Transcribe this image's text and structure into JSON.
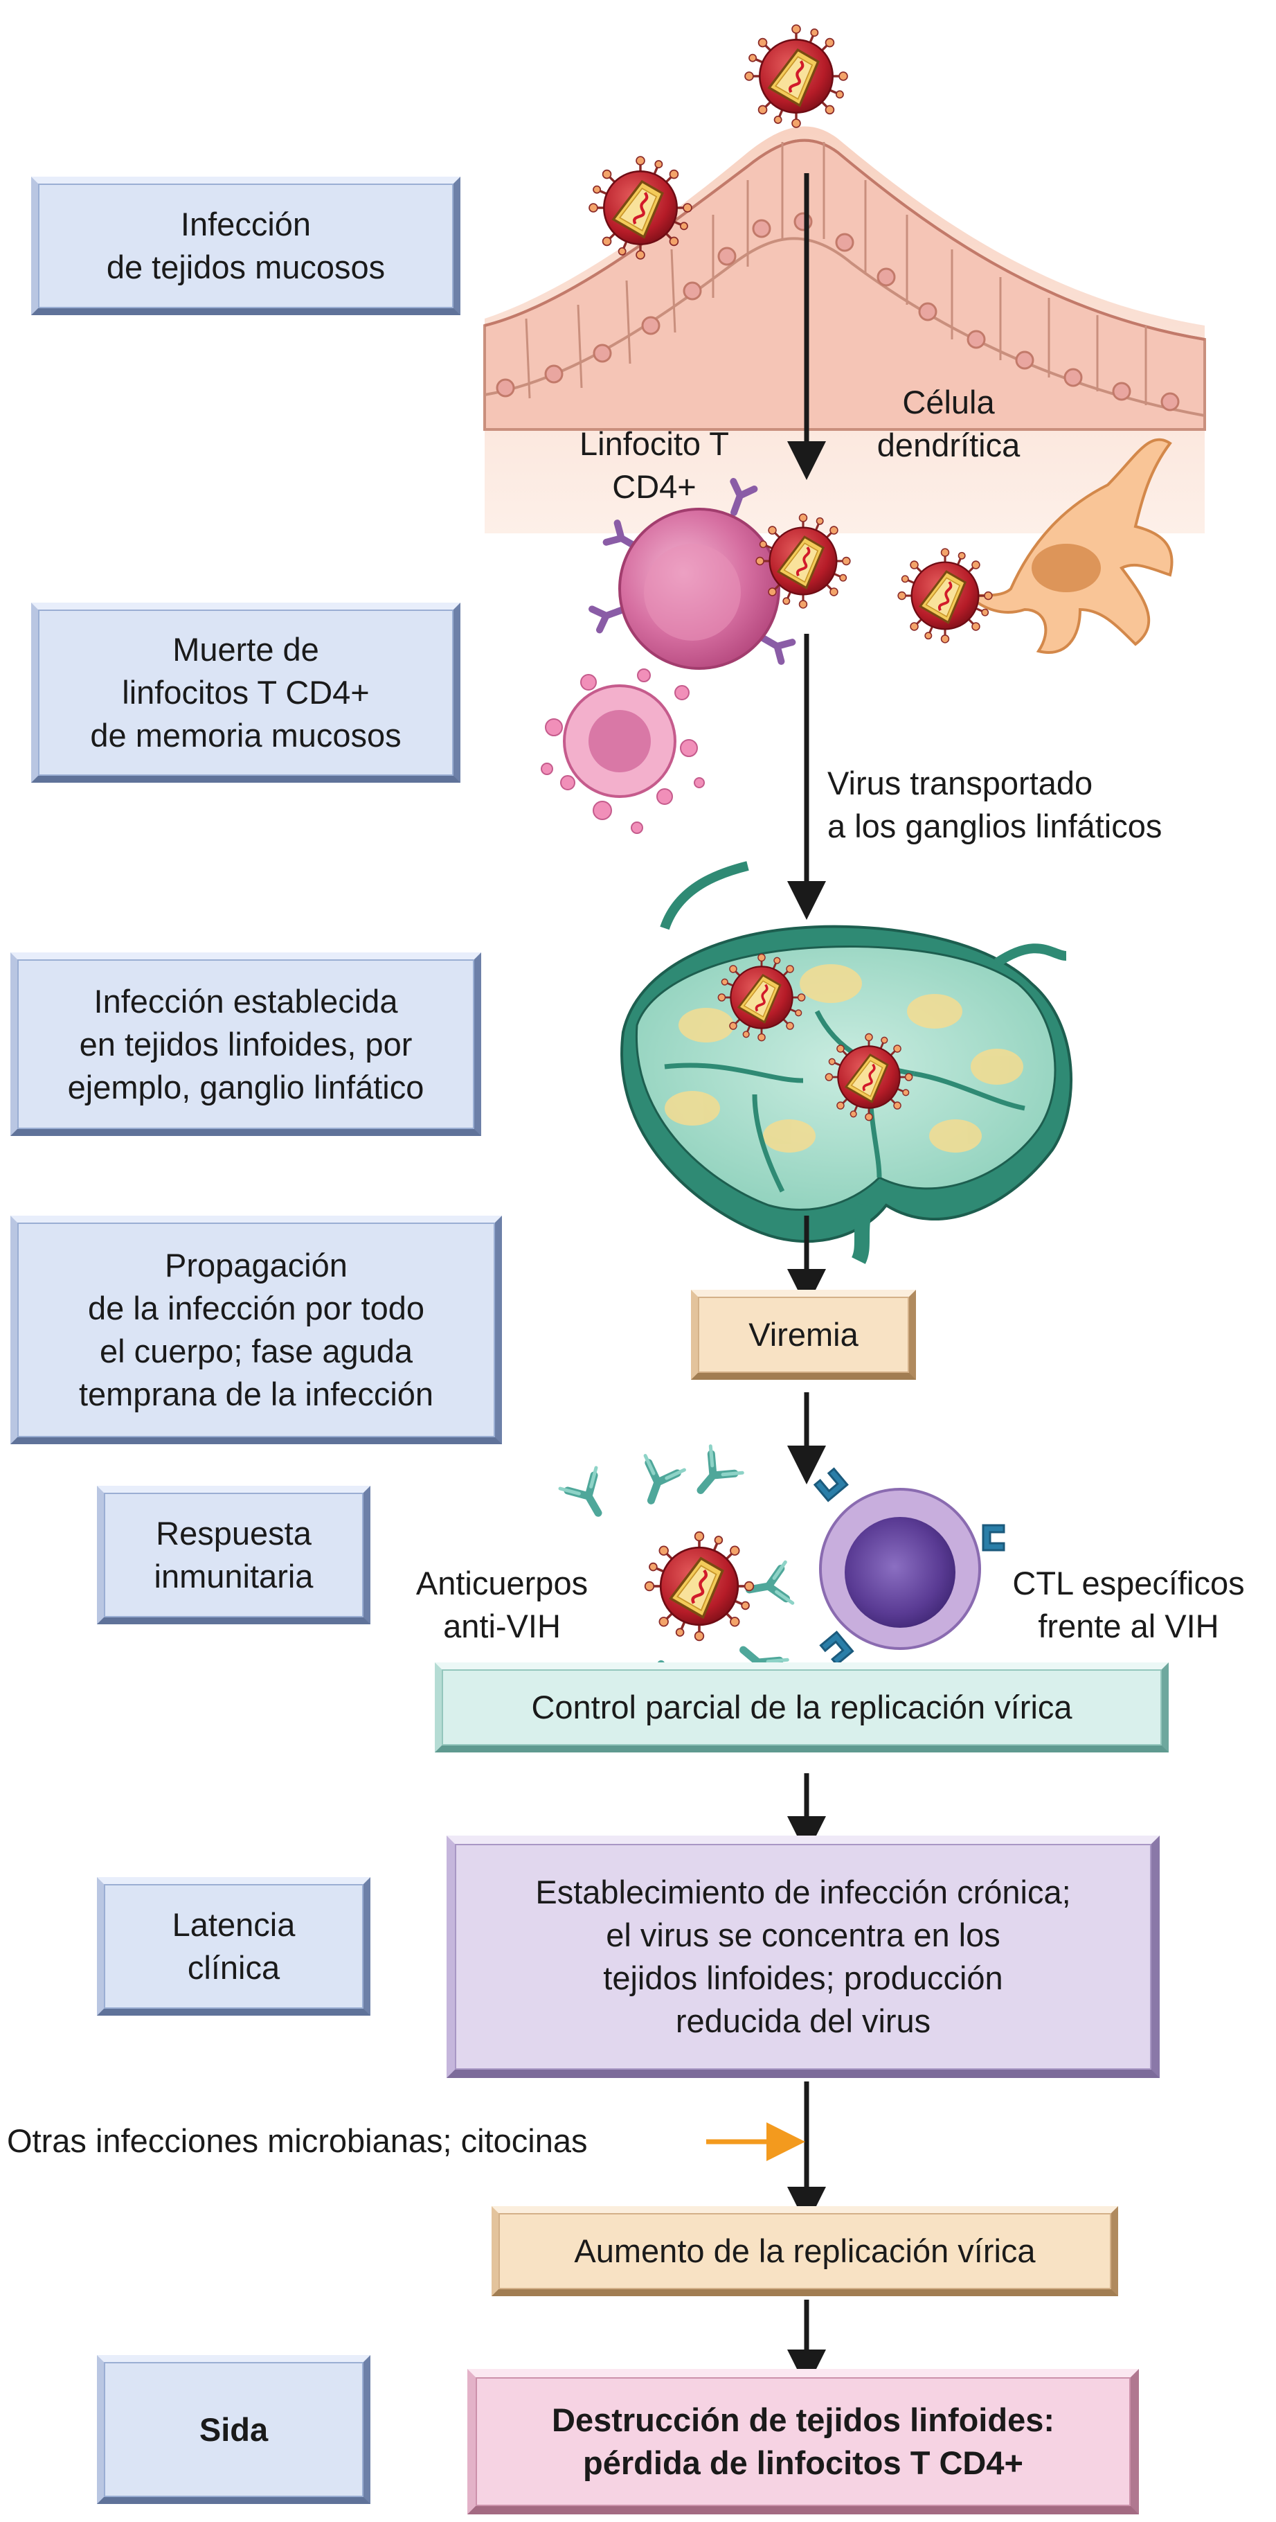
{
  "stages": {
    "mucosal_infection": "Infección\nde tejidos mucosos",
    "memory_death": "Muerte de\nlinfocitos T CD4+\nde memoria mucosos",
    "lymphoid_established": "Infección establecida\nen tejidos linfoides, por\nejemplo, ganglio linfático",
    "spread": "Propagación\nde la infección por todo\nel cuerpo; fase aguda\ntemprana de la infección",
    "immune_response": "Respuesta\ninmunitaria",
    "latency": "Latencia\nclínica",
    "aids": "Sida"
  },
  "labels": {
    "cd4_t_cell": "Linfocito T\nCD4+",
    "dendritic_cell": "Célula\ndendrítica",
    "virus_transported": "Virus transportado\na los ganglios linfáticos",
    "antibodies": "Anticuerpos\nanti-VIH",
    "ctl": "CTL específicos\nfrente al VIH",
    "other_infections": "Otras infecciones microbianas; citocinas"
  },
  "flow_boxes": {
    "viremia": "Viremia",
    "partial_control": "Control parcial de la replicación vírica",
    "chronic_infection": "Establecimiento de infección crónica;\nel virus se concentra en los\ntejidos linfoides; producción\nreducida del virus",
    "increased_replication": "Aumento de la replicación vírica",
    "destruction": "Destrucción de tejidos linfoides:\npérdida de linfocitos T CD4+"
  },
  "colors": {
    "stage_box": "#dbe4f5",
    "viremia_box": "#f8e2c4",
    "control_box": "#d9f0ec",
    "chronic_box": "#e1d7ee",
    "destruction_box": "#f6d3e3",
    "arrow": "#1a1a1a",
    "cytokine_arrow": "#f39a1e",
    "virus": "#c0202c",
    "lymph_node": "#2f8a74",
    "epithelium": "#f3c2b4"
  }
}
